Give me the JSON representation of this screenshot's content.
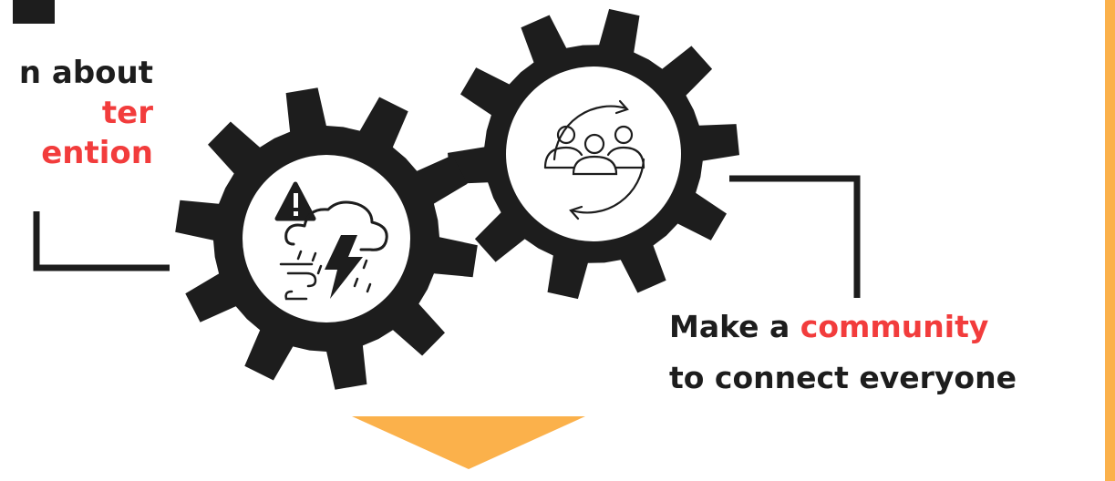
{
  "colors": {
    "dark": "#1d1d1d",
    "accent_red": "#f23c3c",
    "accent_orange": "#fbb14b",
    "background": "#ffffff"
  },
  "left_text": {
    "line1": "n about",
    "line2": "ter",
    "line3": "ention"
  },
  "right_text": {
    "prefix": "Make a ",
    "highlight": "community",
    "line2": "to connect everyone"
  },
  "icons": {
    "left_gear": "gear-icon",
    "left_gear_inner": "storm-warning-icon",
    "right_gear": "gear-icon",
    "right_gear_inner": "community-cycle-icon",
    "arrow": "down-arrow-icon"
  }
}
